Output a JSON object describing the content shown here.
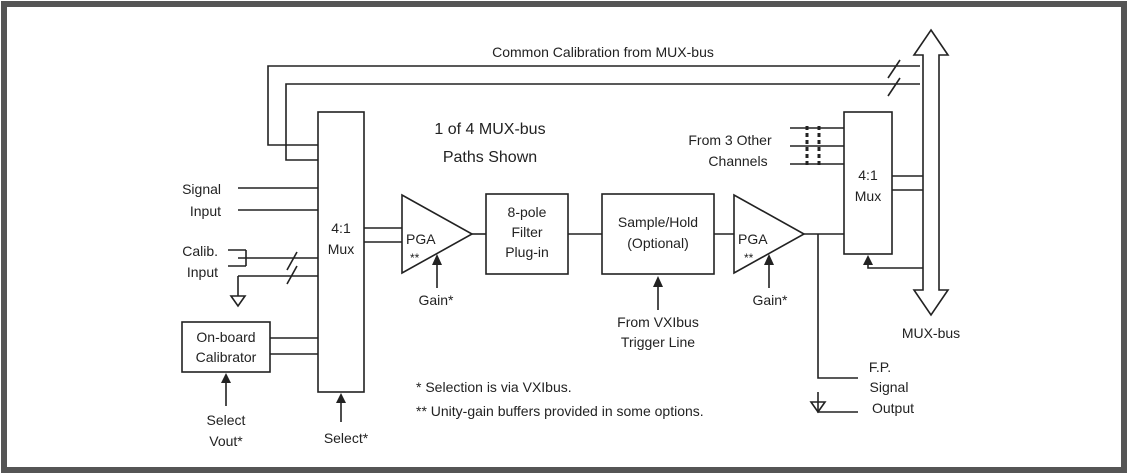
{
  "diagram": {
    "title_line1": "1 of 4 MUX-bus",
    "title_line2": "Paths Shown",
    "common_calibration": "Common Calibration from MUX-bus",
    "signal_input": [
      "Signal",
      "Input"
    ],
    "calib_input": [
      "Calib.",
      "Input"
    ],
    "calibrator": [
      "On-board",
      "Calibrator"
    ],
    "select_vout": [
      "Select",
      "Vout*"
    ],
    "input_mux": [
      "4:1",
      "Mux"
    ],
    "select": "Select*",
    "pga1": "PGA",
    "pga1_note": "**",
    "gain1": "Gain*",
    "filter": [
      "8-pole",
      "Filter",
      "Plug-in"
    ],
    "sample_hold": [
      "Sample/Hold",
      "(Optional)"
    ],
    "trigger": [
      "From VXIbus",
      "Trigger Line"
    ],
    "pga2": "PGA",
    "pga2_note": "**",
    "gain2": "Gain*",
    "other_channels": [
      "From 3 Other",
      "Channels"
    ],
    "output_mux": [
      "4:1",
      "Mux"
    ],
    "mux_bus": "MUX-bus",
    "fp_output": [
      "F.P.",
      "Signal",
      "Output"
    ],
    "footnote1": "*  Selection is via VXIbus.",
    "footnote2": "** Unity-gain buffers provided in some options."
  },
  "colors": {
    "frame": "#555555",
    "ink": "#222222",
    "background": "#ffffff"
  }
}
